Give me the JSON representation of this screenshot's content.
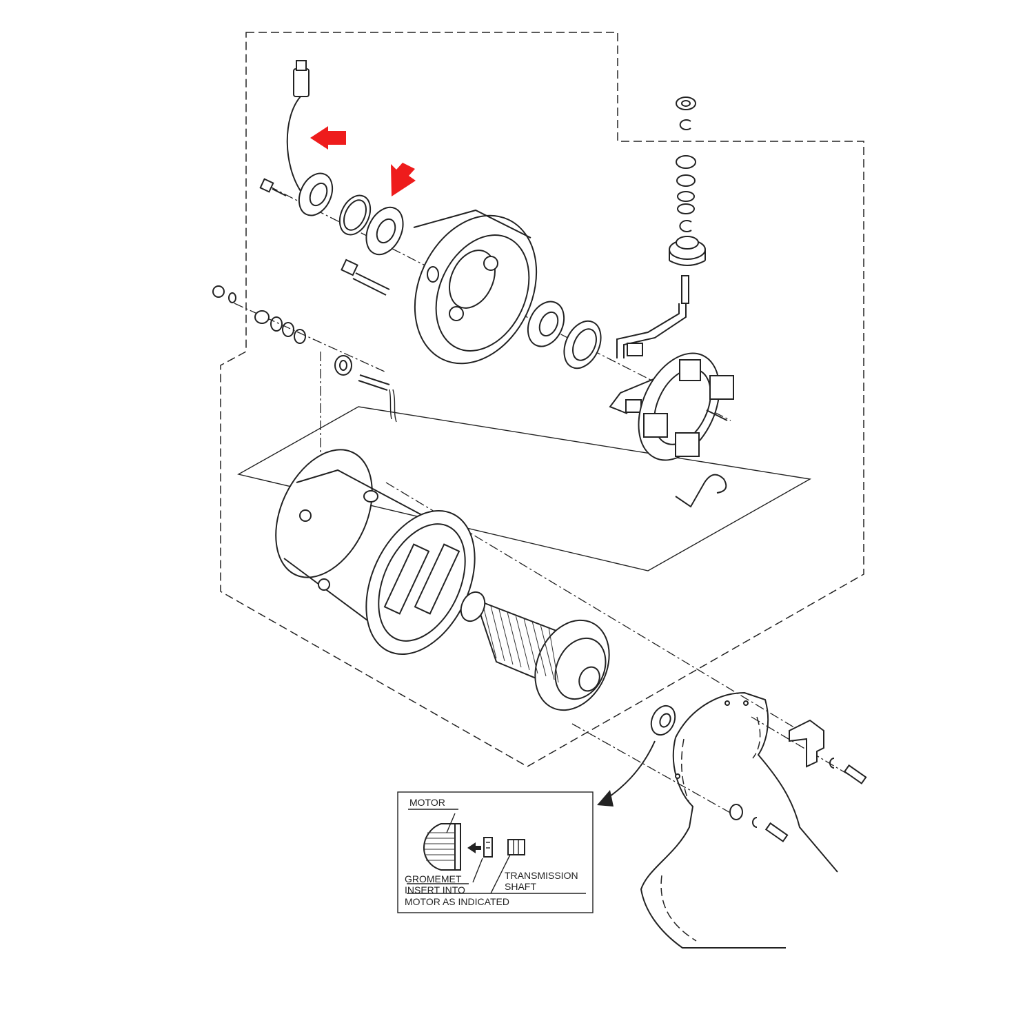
{
  "diagram": {
    "accent_color": "#ee1c1c",
    "inset": {
      "motor_label": "MOTOR",
      "grommet_label": "GROMEMET",
      "shaft_label_line1": "TRANSMISSION",
      "shaft_label_line2": "SHAFT",
      "instruction_line1": "INSERT INTO",
      "instruction_line2": "MOTOR AS INDICATED"
    },
    "icons": [
      "red-arrow-left-icon",
      "red-arrow-down-icon",
      "black-arrow-icon"
    ]
  }
}
